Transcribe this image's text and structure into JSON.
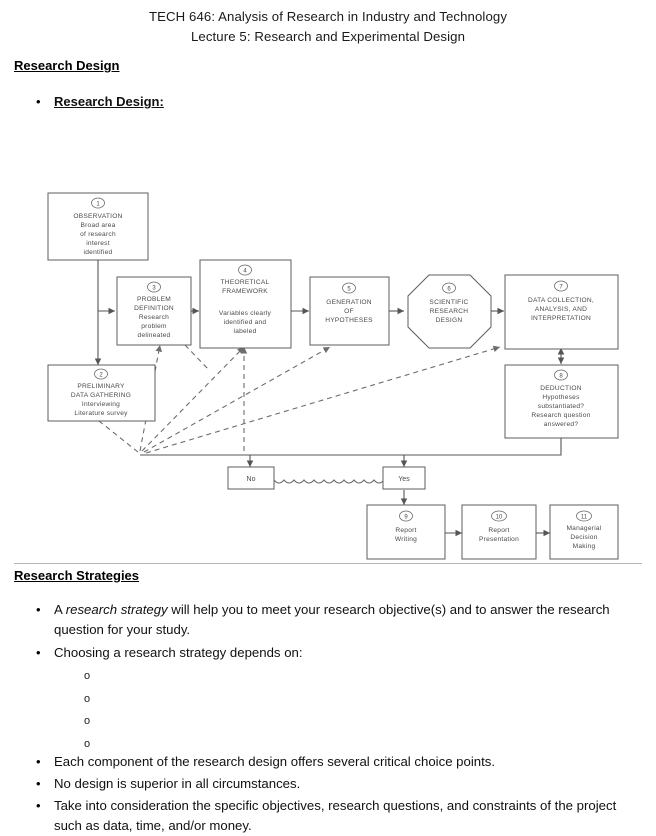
{
  "header": {
    "line1": "TECH 646: Analysis of Research in Industry and Technology",
    "line2": "Lecture 5: Research and Experimental Design"
  },
  "sections": {
    "research_design_heading": "Research Design",
    "research_design_bullet": "Research Design:",
    "research_strategies_heading": "Research Strategies"
  },
  "bullets": {
    "b1_prefix": "A ",
    "b1_italic": "research strategy",
    "b1_suffix": " will help you to meet your research objective(s) and to answer the research question for your study.",
    "b2": "Choosing a research strategy depends on:",
    "b3": "Each component of the research design offers several critical choice points.",
    "b4": "No design is superior in all circumstances.",
    "b5": "Take into consideration the specific objectives, research questions, and constraints of the project such as data, time, and/or money.",
    "sub_marker": "o"
  },
  "diagram": {
    "title": "Research Process Flow Diagram",
    "nodes": [
      {
        "id": "1",
        "shape": "rect",
        "lines": [
          "OBSERVATION",
          "Broad area",
          "of research",
          "interest",
          "identified"
        ]
      },
      {
        "id": "2",
        "shape": "rect",
        "lines": [
          "PRELIMINARY",
          "DATA GATHERING",
          "Interviewing",
          "Literature survey"
        ]
      },
      {
        "id": "3",
        "shape": "rect",
        "lines": [
          "PROBLEM",
          "DEFINITION",
          "Research",
          "problem",
          "delineated"
        ]
      },
      {
        "id": "4",
        "shape": "rect",
        "lines": [
          "THEORETICAL",
          "FRAMEWORK",
          "",
          "Variables clearly",
          "identified and",
          "labeled"
        ]
      },
      {
        "id": "5",
        "shape": "rect",
        "lines": [
          "GENERATION",
          "OF",
          "HYPOTHESES"
        ]
      },
      {
        "id": "6",
        "shape": "octagon",
        "lines": [
          "SCIENTIFIC",
          "RESEARCH",
          "DESIGN"
        ]
      },
      {
        "id": "7",
        "shape": "rect",
        "lines": [
          "DATA COLLECTION,",
          "ANALYSIS, AND",
          "INTERPRETATION"
        ]
      },
      {
        "id": "8",
        "shape": "rect",
        "lines": [
          "DEDUCTION",
          "Hypotheses",
          "substantiated?",
          "Research question",
          "answered?"
        ]
      },
      {
        "id": "9",
        "shape": "rect",
        "lines": [
          "Report",
          "Writing"
        ]
      },
      {
        "id": "10",
        "shape": "rect",
        "lines": [
          "Report",
          "Presentation"
        ]
      },
      {
        "id": "11",
        "shape": "rect",
        "lines": [
          "Managerial",
          "Decision",
          "Making"
        ]
      }
    ],
    "decision_labels": {
      "no": "No",
      "yes": "Yes"
    }
  },
  "colors": {
    "text": "#111111",
    "diagram_stroke": "#5d5d5d",
    "diagram_text": "#4a4a4a",
    "rule": "#b5b5b5"
  }
}
